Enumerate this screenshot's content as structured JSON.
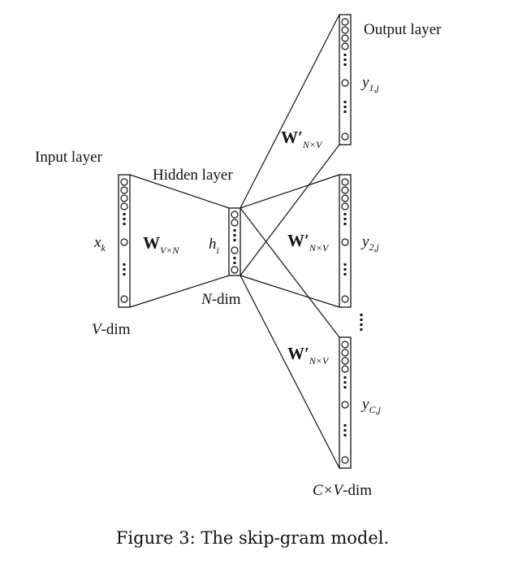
{
  "labels": {
    "input_layer": "Input layer",
    "hidden_layer": "Hidden layer",
    "output_layer": "Output layer",
    "v_dim": "V",
    "v_dim_suffix": "-dim",
    "n_dim": "N",
    "n_dim_suffix": "-dim",
    "cv_dim": "C×V",
    "cv_dim_suffix": "-dim"
  },
  "symbols": {
    "x": "x",
    "x_sub": "k",
    "h": "h",
    "h_sub": "i",
    "W": "W",
    "W_sub": "V×N",
    "W_prime": "W′",
    "W_prime_sub": "N×V",
    "y": "y",
    "y1_sub": "1,j",
    "y2_sub": "2,j",
    "yC_sub": "C,j"
  },
  "caption": "Figure 3: The skip-gram model."
}
